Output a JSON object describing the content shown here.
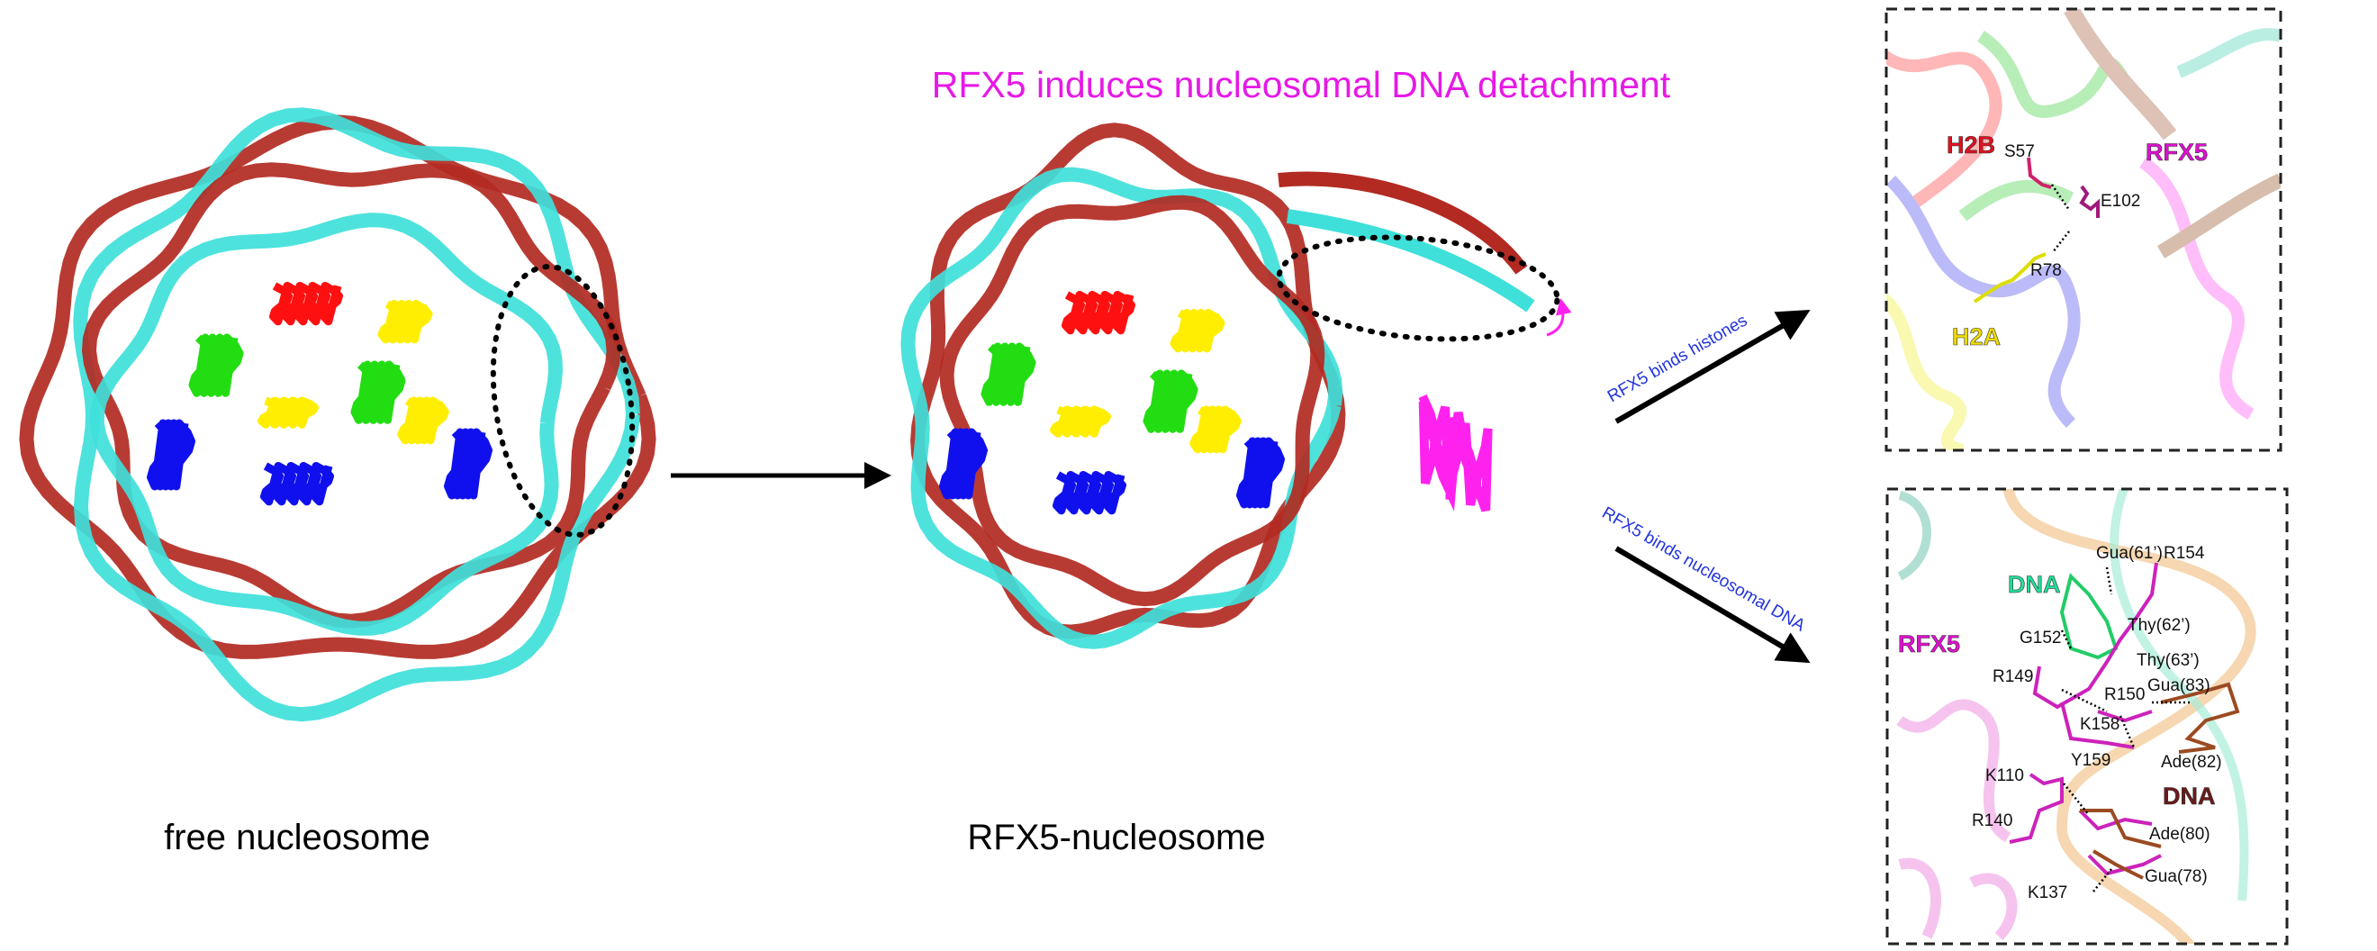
{
  "title": "RFX5 induces nucleosomal DNA detachment",
  "left_structure": {
    "label": "free nucleosome"
  },
  "middle_structure": {
    "label": "RFX5-nucleosome"
  },
  "arrows": {
    "histones": "RFX5 binds histones",
    "dna": "RFX5 binds nucleosomal DNA"
  },
  "panel_histones": {
    "chains": {
      "h2b": "H2B",
      "rfx5": "RFX5",
      "h2a": "H2A"
    },
    "residues": {
      "s57": "S57",
      "e102": "E102",
      "r78": "R78"
    }
  },
  "panel_dna": {
    "chains": {
      "dna_green": "DNA",
      "rfx5": "RFX5",
      "dna_brown": "DNA"
    },
    "residues": {
      "gua61": "Gua(61’)",
      "r154": "R154",
      "thy62": "Thy(62’)",
      "g152": "G152",
      "thy63": "Thy(63’)",
      "r149": "R149",
      "gua83": "Gua(83)",
      "r150": "R150",
      "k158": "K158",
      "y159": "Y159",
      "ade82": "Ade(82)",
      "k110": "K110",
      "r140": "R140",
      "ade80": "Ade(80)",
      "gua78": "Gua(78)",
      "k137": "K137"
    }
  },
  "colors": {
    "title": "#e619e6",
    "arrow_text": "#2233dd",
    "dna_red": "#b22a22",
    "dna_cyan": "#3fe0da",
    "h3": "#ff1010",
    "h4": "#22dd11",
    "h2a": "#ffee00",
    "h2b": "#1010ee",
    "rfx5": "#ff22ee"
  }
}
